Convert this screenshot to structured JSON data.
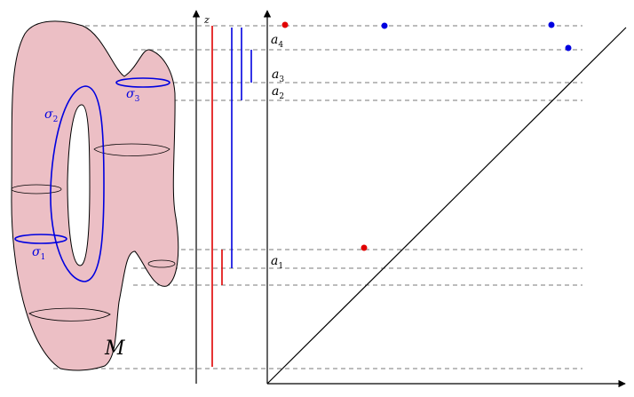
{
  "surface": {
    "label": "M",
    "fill": "#ecbfc5"
  },
  "cycles": [
    {
      "base": "σ",
      "sub": "1"
    },
    {
      "base": "σ",
      "sub": "2"
    },
    {
      "base": "σ",
      "sub": "3"
    }
  ],
  "axis": {
    "label": "z"
  },
  "levels": [
    {
      "base": "a",
      "sub": "4"
    },
    {
      "base": "a",
      "sub": "3"
    },
    {
      "base": "a",
      "sub": "2"
    },
    {
      "base": "a",
      "sub": "1"
    }
  ],
  "colors": {
    "red": "#e00000",
    "blue": "#0000e0",
    "ink": "#000000",
    "dash": "#7a7a7a"
  }
}
